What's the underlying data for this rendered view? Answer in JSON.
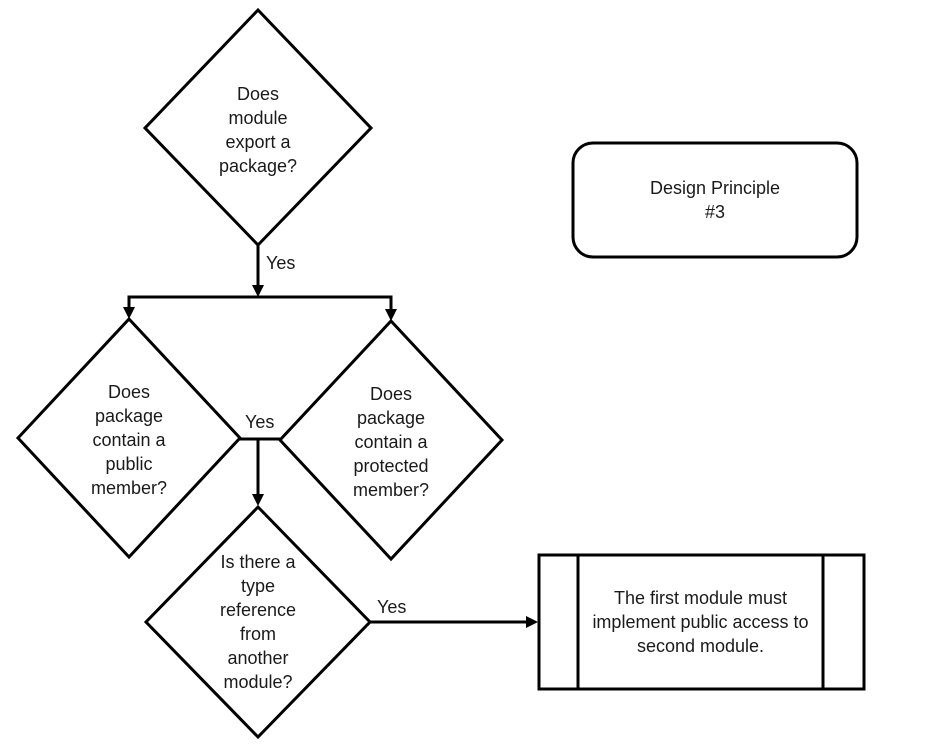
{
  "canvas": {
    "background": "#ffffff",
    "stroke": "#000000"
  },
  "nodes": {
    "decision_export": {
      "type": "decision",
      "text": "Does\nmodule\nexport a\npackage?"
    },
    "decision_public": {
      "type": "decision",
      "text": "Does\npackage\ncontain a\npublic\nmember?"
    },
    "decision_protected": {
      "type": "decision",
      "text": "Does\npackage\ncontain a\nprotected\nmember?"
    },
    "decision_type_reference": {
      "type": "decision",
      "text": "Is there a\ntype\nreference\nfrom\nanother\nmodule?"
    },
    "process_public_access": {
      "type": "predefined-process",
      "text": "The first module must\nimplement public access to\nsecond module."
    },
    "design_principle": {
      "type": "rounded-rectangle",
      "text": "Design Principle\n#3"
    }
  },
  "edge_labels": {
    "export_yes": "Yes",
    "member_yes": "Yes",
    "type_reference_yes": "Yes"
  }
}
